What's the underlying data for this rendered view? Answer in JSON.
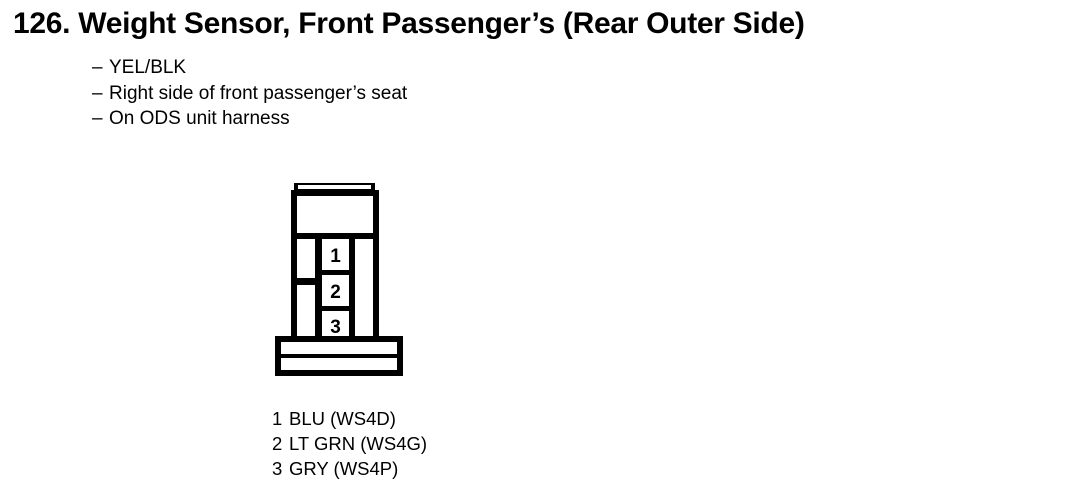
{
  "page": {
    "number": "126.",
    "title": "126. Weight Sensor, Front Passenger’s (Rear Outer Side)"
  },
  "details": {
    "dash": "–",
    "items": [
      "YEL/BLK",
      "Right side of front passenger’s seat",
      "On ODS unit harness"
    ]
  },
  "connector": {
    "name": "3-pin-connector-diagram",
    "cavity_count": 3,
    "cavity_labels": [
      "1",
      "2",
      "3"
    ],
    "line_color": "#000000",
    "fill_color": "#ffffff"
  },
  "legend": {
    "rows": [
      {
        "pin": "1",
        "text": "BLU (WS4D)"
      },
      {
        "pin": "2",
        "text": "LT GRN (WS4G)"
      },
      {
        "pin": "3",
        "text": "GRY (WS4P)"
      }
    ]
  }
}
